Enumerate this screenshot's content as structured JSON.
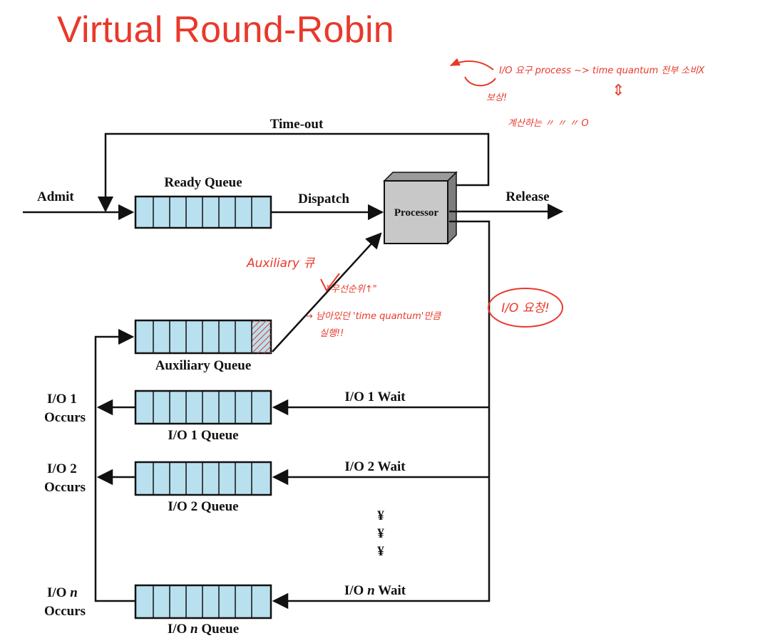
{
  "title": "Virtual Round-Robin",
  "labels": {
    "timeout": "Time-out",
    "admit": "Admit",
    "ready_queue": "Ready Queue",
    "dispatch": "Dispatch",
    "processor": "Processor",
    "release": "Release",
    "auxiliary_queue": "Auxiliary Queue",
    "io1_occurs_line1": "I/O 1",
    "io1_occurs_line2": "Occurs",
    "io1_queue": "I/O 1 Queue",
    "io1_wait": "I/O 1 Wait",
    "io2_occurs_line1": "I/O 2",
    "io2_occurs_line2": "Occurs",
    "io2_queue": "I/O 2 Queue",
    "io2_wait": "I/O 2 Wait",
    "ion_occurs_prefix": "I/O ",
    "ion_occurs_var": "n",
    "ion_occurs_line2": "Occurs",
    "ion_queue_prefix": "I/O ",
    "ion_queue_var": "n",
    "ion_queue_suffix": " Queue",
    "ion_wait_prefix": "I/O ",
    "ion_wait_var": "n",
    "ion_wait_suffix": " Wait",
    "ellipsis_1": "¥",
    "ellipsis_2": "¥",
    "ellipsis_3": "¥"
  },
  "annotations": {
    "top_note": "I/O 요구 process ~> time quantum 전부 소비X",
    "reward": "보상!",
    "calc_note": "계산하는  〃          〃          〃 O",
    "auxiliary": "Auxiliary 큐",
    "priority": "\"우선순위↑\"",
    "remaining_line1": "→ 남아있던 'time quantum'만큼",
    "remaining_line2": "실행!!",
    "io_request": "I/O 요청!"
  },
  "colors": {
    "title": "#e8392b",
    "annotation": "#e8392b",
    "queue_fill": "#b9e0ee",
    "processor_fill": "#c8c8c8"
  }
}
